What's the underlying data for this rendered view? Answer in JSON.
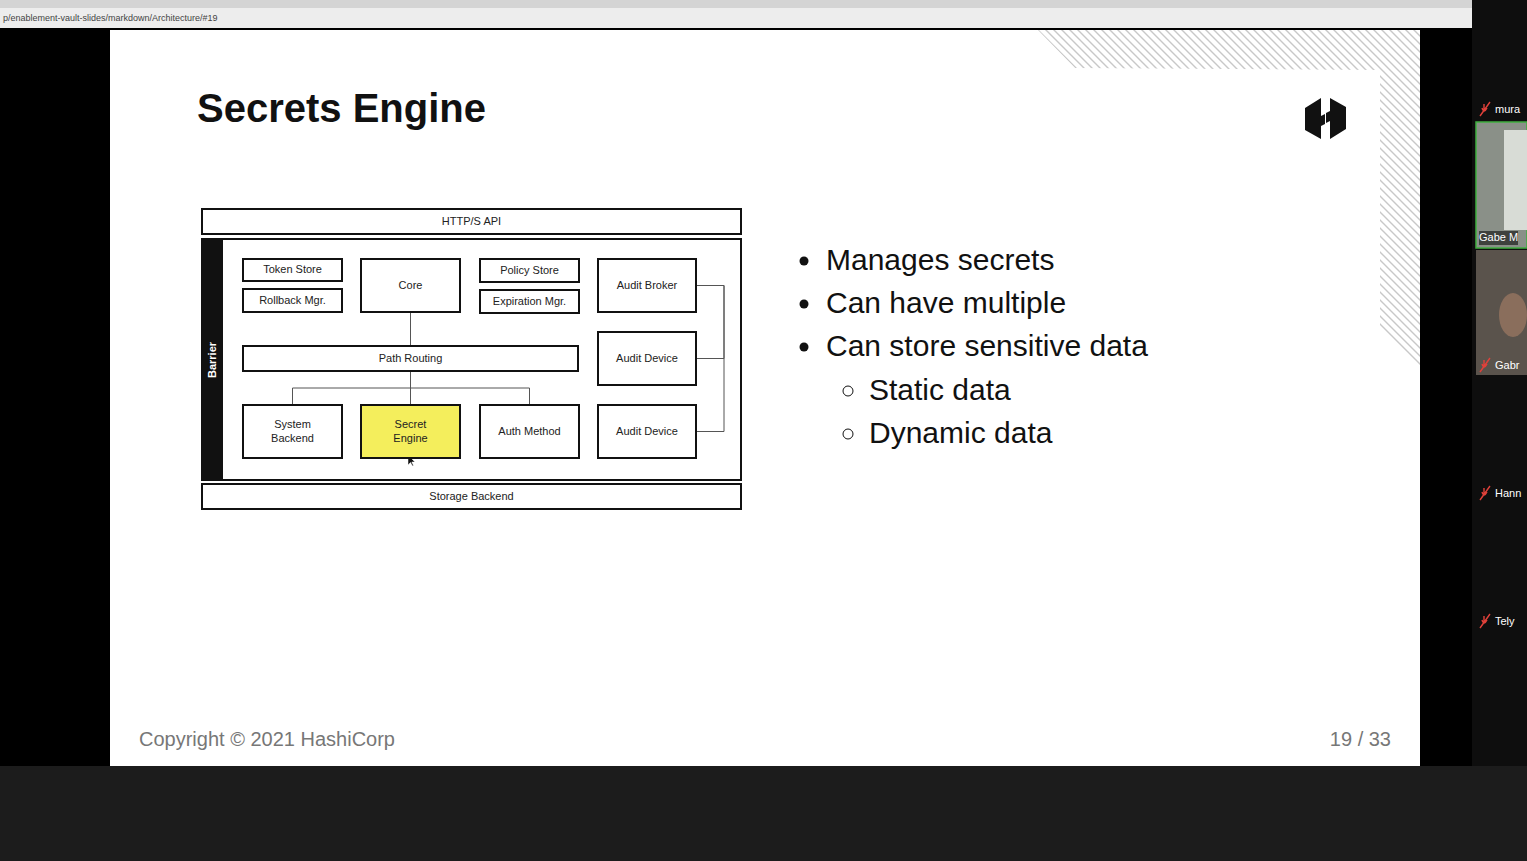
{
  "diagram": {
    "title": "Secrets Engine",
    "nodes": [
      {
        "text": [
          "HTTP/S API"
        ]
      },
      {
        "text": [
          "Barrier"
        ]
      },
      {
        "text": [
          "Token Store"
        ],
        "in": 1
      },
      {
        "text": [
          "Rollback Mgr."
        ],
        "in": 1
      },
      {
        "text": [
          "Core"
        ],
        "in": 1
      },
      {
        "text": [
          "Policy Store"
        ],
        "in": 1
      },
      {
        "text": [
          "Expiration Mgr."
        ],
        "in": 1
      },
      {
        "text": [
          "Audit Broker"
        ],
        "in": 1
      },
      {
        "text": [
          "Path Routing"
        ],
        "in": 1
      },
      {
        "text": [
          "Audit Device"
        ],
        "in": 1
      },
      {
        "text": [
          "System Backend"
        ],
        "in": 1
      },
      {
        "text": [
          "Secret Engine"
        ],
        "in": 1
      },
      {
        "text": [
          "Auth Method"
        ],
        "in": 1
      },
      {
        "text": [
          "Audit Device"
        ],
        "in": 1
      },
      {
        "text": [
          "Storage Backend"
        ]
      }
    ],
    "edges": [
      {
        "from": 4,
        "to": 8,
        "arrow": "none"
      },
      {
        "from": 8,
        "to": 10,
        "arrow": "none"
      },
      {
        "from": 8,
        "to": 11,
        "arrow": "none"
      },
      {
        "from": 8,
        "to": 12,
        "arrow": "none"
      },
      {
        "from": 7,
        "to": 9,
        "arrow": "none"
      },
      {
        "from": 7,
        "to": 13,
        "arrow": "none"
      }
    ],
    "labels": [
      "p/enablement-vault-slides/markdown/Architecture/#19",
      "Manages secrets",
      "Can have multiple",
      "Can store sensitive data",
      "Static data",
      "Dynamic data",
      "Copyright © 2021 HashiCorp",
      "19 / 33",
      "mura",
      "Gabe M",
      "Gabr",
      "Hann",
      "Tely"
    ]
  }
}
